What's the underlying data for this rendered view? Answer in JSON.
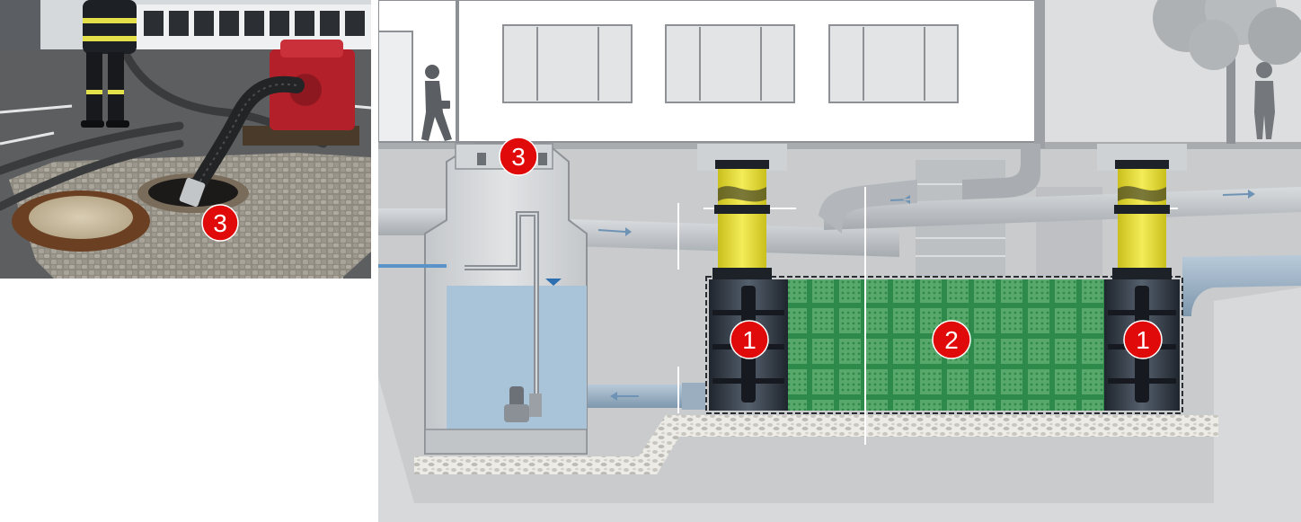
{
  "photo": {
    "marker_label": "3"
  },
  "diagram": {
    "markers": {
      "shaft_top": "3",
      "tank_left": "1",
      "tank_center": "2",
      "tank_right": "1"
    }
  },
  "colors": {
    "marker_fill": "#e10a0a",
    "marker_text": "#ffffff",
    "water": "#a9c3d8",
    "tank_green": "#2e8a4a",
    "riser_yellow": "#ece13a",
    "module_dark": "#2c3440",
    "gravel": "#e8e6e0",
    "pipe_gray": "#bcc0c4"
  }
}
